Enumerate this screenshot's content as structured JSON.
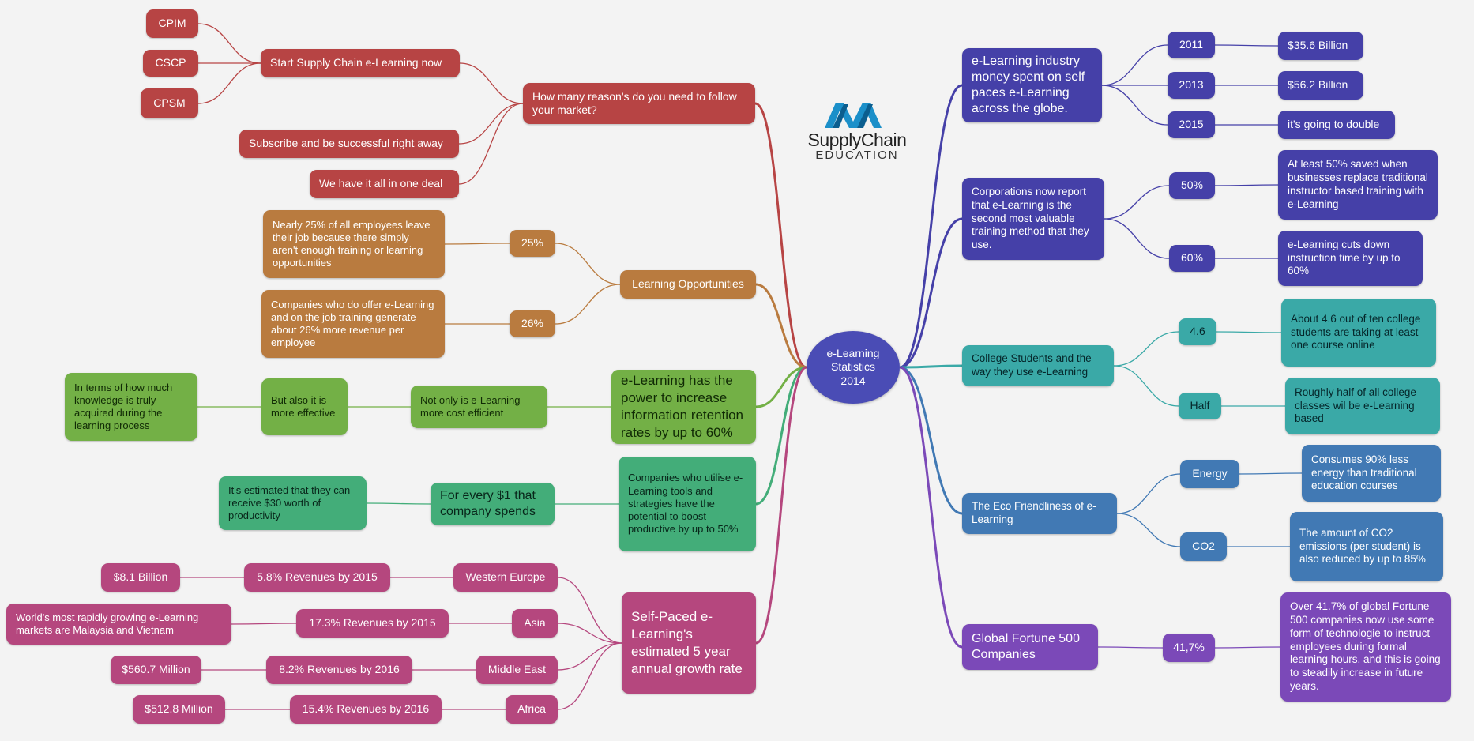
{
  "colors": {
    "red": "#b74444",
    "orange": "#b97b3f",
    "green": "#73b046",
    "teal_green": "#43ad79",
    "pink": "#b5477e",
    "indigo": "#4a4cb5",
    "navy": "#4540a8",
    "teal": "#3aa9a7",
    "steel": "#4179b4",
    "purple": "#7b49b8",
    "background": "#f3f3f3"
  },
  "logo": {
    "brand": "SupplyChain",
    "sub": "EDUCATION",
    "icon": "supply-chain-wave-logo-icon"
  },
  "root": {
    "label": "e-Learning\nStatistics\n2014"
  },
  "nodes": {
    "cpim": "CPIM",
    "cscp": "CSCP",
    "cpsm": "CPSM",
    "start_supply_chain": "Start Supply Chain e-Learning now",
    "how_many_reasons": "How many reason's do you need to follow your market?",
    "subscribe": "Subscribe and be successful right away",
    "all_in_one": "We have it all in one deal",
    "nearly_25": "Nearly 25% of all employees leave their job because there simply aren't enough training or learning opportunities",
    "p25": "25%",
    "learning_opportunities": "Learning Opportunities",
    "companies_offer": "Companies who do offer e-Learning and on the job training generate about 26% more revenue per employee",
    "p26": "26%",
    "knowledge": "In terms of how much knowledge is truly acquired during the learning process",
    "more_effective": "But also it is more effective",
    "cost_efficient": "Not only is e-Learning more cost efficient",
    "retention": "e-Learning has the power to increase information retention rates by up to 60%",
    "estimated_30": "It's estimated that they can receive $30 worth of productivity",
    "every_dollar": "For every $1 that company spends",
    "companies_utilise": "Companies who utilise e-Learning tools and strategies have the potential to boost productive by up to 50%",
    "we_val": "$8.1 Billion",
    "we_rev": "5.8% Revenues by 2015",
    "western_europe": "Western Europe",
    "asia_note": "World's most rapidly growing e-Learning markets are Malaysia and Vietnam",
    "asia_rev": "17.3% Revenues by 2015",
    "asia": "Asia",
    "me_val": "$560.7 Million",
    "me_rev": "8.2% Revenues by 2016",
    "middle_east": "Middle East",
    "af_val": "$512.8 Million",
    "af_rev": "15.4% Revenues by 2016",
    "africa": "Africa",
    "self_paced": "Self-Paced e-Learning's estimated 5 year annual growth rate",
    "industry_money": "e-Learning industry money spent on self paces e-Learning across the globe.",
    "y2011": "2011",
    "y2013": "2013",
    "y2015": "2015",
    "v2011": "$35.6 Billion",
    "v2013": "$56.2 Billion",
    "v2015": "it's going to double",
    "corporations": "Corporations now report that e-Learning is the second most valuable training method that they use.",
    "c50": "50%",
    "c60": "60%",
    "c50_note": "At least 50% saved when businesses replace traditional instructor based training with e-Learning",
    "c60_note": "e-Learning cuts down instruction time by up to 60%",
    "college": "College Students and the way they use  e-Learning",
    "s46": "4.6",
    "half": "Half",
    "s46_note": "About 4.6 out of ten college students are taking at least one course online",
    "half_note": "Roughly half of all college classes wil be e-Learning based",
    "eco": "The Eco Friendliness of e-Learning",
    "energy": "Energy",
    "co2": "CO2",
    "energy_note": "Consumes 90% less energy than traditional education courses",
    "co2_note": "The amount of CO2 emissions (per student) is also reduced by up to 85%",
    "fortune": "Global Fortune 500 Companies",
    "f417": "41,7%",
    "fortune_note": "Over 41.7% of global Fortune 500 companies now use some form of technologie to instruct employees during formal learning hours, and this is going to steadily increase in future years."
  }
}
